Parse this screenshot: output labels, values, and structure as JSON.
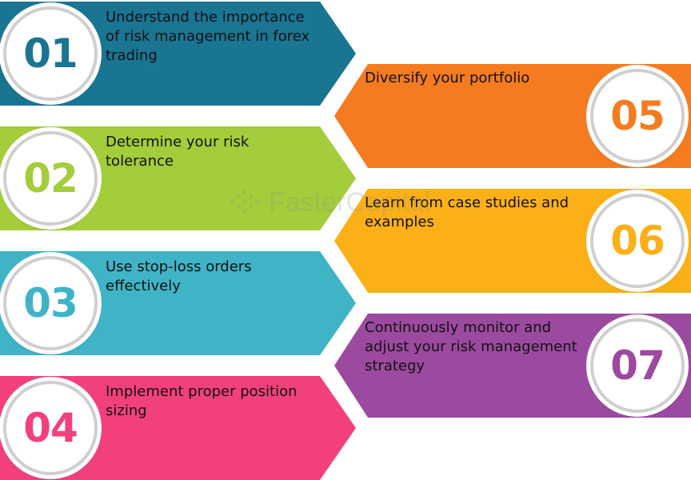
{
  "steps": [
    {
      "number": "01",
      "lines": [
        "Understand the importance",
        "of risk management in forex",
        "trading"
      ],
      "color": "#1a7593"
    },
    {
      "number": "02",
      "lines": [
        "Determine your risk",
        "tolerance"
      ],
      "color": "#a3cd3b"
    },
    {
      "number": "03",
      "lines": [
        "Use stop-loss orders",
        "effectively"
      ],
      "color": "#3fb4c6"
    },
    {
      "number": "04",
      "lines": [
        "Implement proper position",
        "sizing"
      ],
      "color": "#f2417a"
    },
    {
      "number": "05",
      "lines": [
        "Diversify your portfolio"
      ],
      "color": "#f47b20"
    },
    {
      "number": "06",
      "lines": [
        "Learn from case studies and",
        "examples"
      ],
      "color": "#fbb017"
    },
    {
      "number": "07",
      "lines": [
        "Continuously monitor and",
        "adjust your risk management",
        "strategy"
      ],
      "color": "#9c4aa0"
    }
  ],
  "watermark": {
    "text": "FasterCapital"
  }
}
